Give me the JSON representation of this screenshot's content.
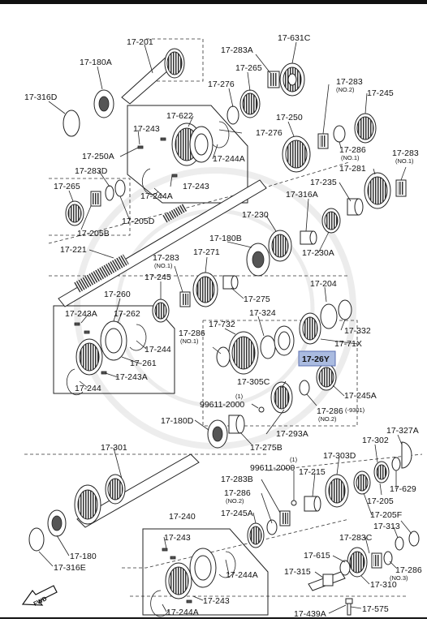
{
  "labels": {
    "l17_201": "17-201",
    "l17_180A": "17-180A",
    "l17_316D": "17-316D",
    "l17_283A": "17-283A",
    "l17_631C": "17-631C",
    "l17_265a": "17-265",
    "l17_276a": "17-276",
    "l17_283b": "17-283",
    "l17_283b_sub": "(NO.2)",
    "l17_245a": "17-245",
    "l17_622": "17-622",
    "l17_243a": "17-243",
    "l17_276b": "17-276",
    "l17_250": "17-250",
    "l17_244Aa": "17-244A",
    "l17_250A": "17-250A",
    "l17_286a": "17-286",
    "l17_286a_sub": "(NO.1)",
    "l17_283c": "17-283",
    "l17_283c_sub": "(NO.1)",
    "l17_283D": "17-283D",
    "l17_281": "17-281",
    "l17_243b": "17-243",
    "l17_244Ab": "17-244A",
    "l17_235": "17-235",
    "l17_265b": "17-265",
    "l17_316A": "17-316A",
    "l17_205Da": "17-205D",
    "l17_205B": "17-205B",
    "l17_230": "17-230",
    "l17_221": "17-221",
    "l17_180B": "17-180B",
    "l17_230A": "17-230A",
    "l17_283d": "17-283",
    "l17_283d_sub": "(NO.1)",
    "l17_271": "17-271",
    "l17_245b": "17-245",
    "l17_275": "17-275",
    "l17_260": "17-260",
    "l17_204": "17-204",
    "l17_243A": "17-243A",
    "l17_262": "17-262",
    "l17_324": "17-324",
    "l17_732": "17-732",
    "l17_332": "17-332",
    "l17_286b": "17-286",
    "l17_286b_sub": "(NO.1)",
    "l17_71X": "17-71X",
    "l17_244b": "17-244",
    "l17_26Y": "17-26Y",
    "l17_261": "17-261",
    "l17_243Ab": "17-243A",
    "l17_305C": "17-305C",
    "l17_245A": "17-245A",
    "l17_244c": "17-244",
    "l99611a": "99611-2000",
    "l99611a_q": "(1)",
    "l17_286c": "17-286",
    "l17_286c_sub": "(NO.2)",
    "l17_286c_code": "(-9301)",
    "l17_180D": "17-180D",
    "l17_293A": "17-293A",
    "l17_275B": "17-275B",
    "l17_327A": "17-327A",
    "l17_301": "17-301",
    "l17_303D": "17-303D",
    "l17_302": "17-302",
    "l99611b_q": "(1)",
    "l99611b": "99611-2000",
    "l17_215": "17-215",
    "l17_283B": "17-283B",
    "l17_205": "17-205",
    "l17_629": "17-629",
    "l17_286d": "17-286",
    "l17_286d_sub": "(NO.2)",
    "l17_245Ab": "17-245A",
    "l17_240": "17-240",
    "l17_205F": "17-205F",
    "l17_313": "17-313",
    "l17_243c": "17-243",
    "l17_283C": "17-283C",
    "l17_244Ac": "17-244A",
    "l17_615": "17-615",
    "l17_286e": "17-286",
    "l17_286e_sub": "(NO.3)",
    "l17_315": "17-315",
    "l17_310": "17-310",
    "l17_316E": "17-316E",
    "l17_180": "17-180",
    "l17_243d": "17-243",
    "l17_244Ad": "17-244A",
    "l17_439A": "17-439A",
    "l17_575": "17-575",
    "fwd": "FWD"
  },
  "highlight": {
    "part": "17-26Y",
    "color": "#aabbe0"
  }
}
